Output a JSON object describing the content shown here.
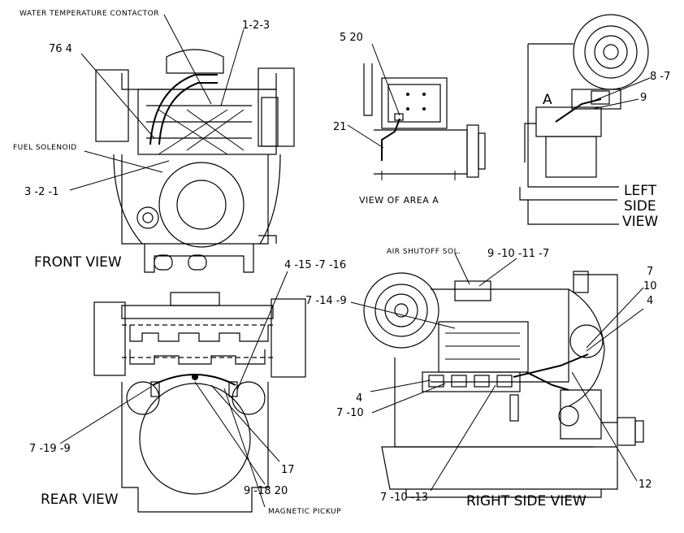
{
  "views": {
    "front": "FRONT VIEW",
    "rear": "REAR VIEW",
    "right": "RIGHT SIDE VIEW",
    "left_line1": "LEFT",
    "left_line2": "SIDE",
    "left_line3": "VIEW",
    "area": "VIEW OF AREA A"
  },
  "front_labels": {
    "water_temp": "WATER TEMPERATURE CONTACTOR",
    "c123": "1-2-3",
    "c764": "76 4",
    "fuel_solenoid": "FUEL SOLENOID",
    "c321": "3 -2 -1"
  },
  "area_labels": {
    "c520": "5 20",
    "c21": "21"
  },
  "left_labels": {
    "c87": "8 -7",
    "c9": "9",
    "a": "A"
  },
  "rear_labels": {
    "c415": "4 -15 -7 -16",
    "c7199": "7 -19 -9",
    "c17": "17",
    "c91820": "9 -18  20",
    "magnetic": "MAGNETIC PICKUP"
  },
  "right_labels": {
    "air_shutoff": "AIR SHUTOFF SOL.",
    "c910": "9 -10 -11 -7",
    "c7149": "7 -14 -9",
    "c7": "7",
    "c10": "10",
    "c4": "4",
    "c4b": "4",
    "c710": "7 -10",
    "c12": "12",
    "c71013": "7 -10 -13"
  }
}
